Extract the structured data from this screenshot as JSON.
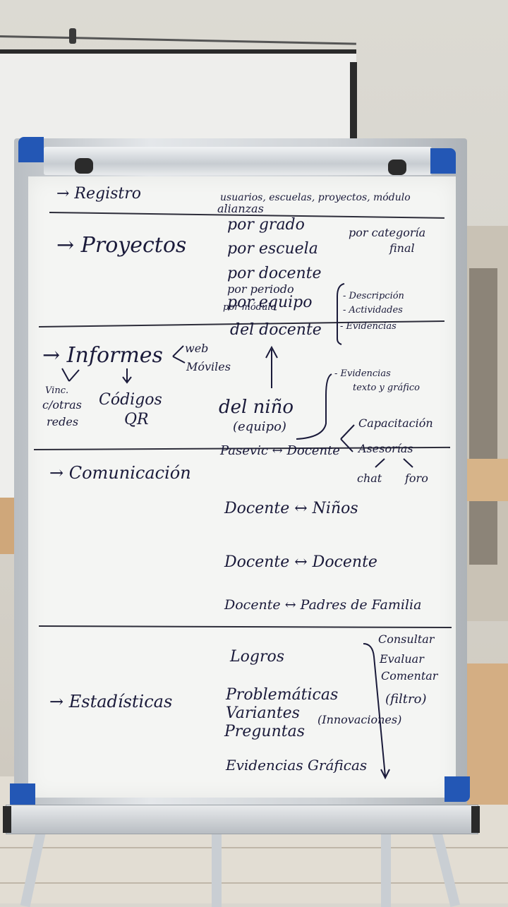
{
  "board": {
    "registro": {
      "label": "→ Registro",
      "detail_1": "usuarios, escuelas, proyectos, módulo",
      "detail_2": "alianzas"
    },
    "proyectos": {
      "label": "→ Proyectos",
      "items": [
        "por grado",
        "por escuela",
        "por docente",
        "por periodo",
        "por equipo",
        "por módulo"
      ],
      "side_1": "por categoría",
      "side_2": "final",
      "docente_list": [
        "- Descripción",
        "- Actividades",
        "- Evidencias"
      ],
      "del_docente": "del docente"
    },
    "informes": {
      "label": "→ Informes",
      "channels": [
        "web",
        "Móviles"
      ],
      "left_branch": [
        "Vinc.",
        "c/otras",
        "redes"
      ],
      "right_branch": [
        "Códigos",
        "QR"
      ],
      "del_nino": "del niño",
      "equipo": "(equipo)",
      "evidencias_1": "- Evidencias",
      "evidencias_2": "texto y gráfico"
    },
    "comunicacion": {
      "label": "→ Comunicación",
      "pairs": [
        "Pasevic ↔ Docente",
        "Docente ↔ Niños",
        "Docente ↔ Docente",
        "Docente ↔ Padres de Familia"
      ],
      "capacitacion": "Capacitación",
      "asesorias": "Asesorías",
      "chat": "chat",
      "foro": "foro"
    },
    "estadisticas": {
      "label": "→ Estadísticas",
      "items": [
        "Logros",
        "Problemáticas",
        "Variantes",
        "Preguntas",
        "Evidencias Gráficas"
      ],
      "innovaciones": "(Innovaciones)",
      "actions": [
        "Consultar",
        "Evaluar",
        "Comentar",
        "(filtro)"
      ]
    }
  },
  "colors": {
    "ink": "#1a1a3a",
    "board": "#f4f5f3",
    "corner": "#2357b5"
  }
}
